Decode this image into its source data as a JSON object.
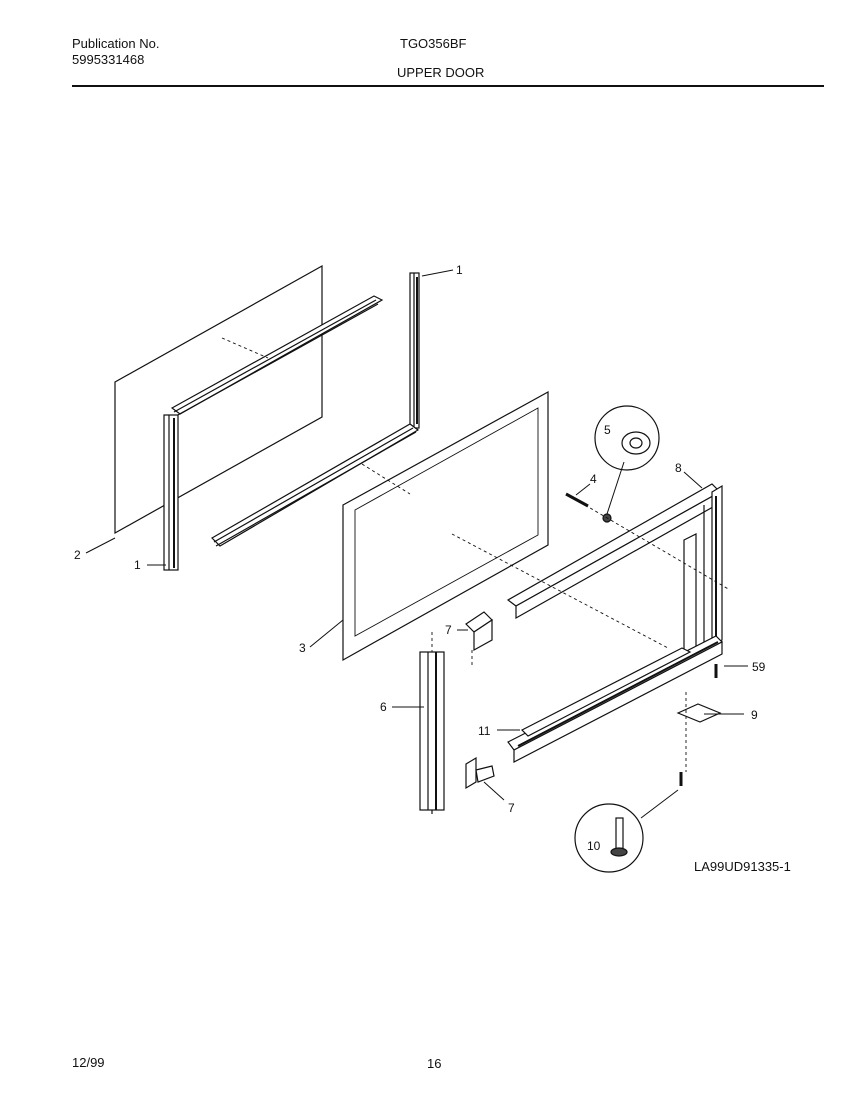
{
  "header": {
    "publication_label": "Publication No.",
    "publication_number": "5995331468",
    "model": "TGO356BF",
    "section": "UPPER DOOR"
  },
  "diagram": {
    "figure_code": "LA99UD91335-1",
    "callouts": {
      "c1a": "1",
      "c1b": "1",
      "c2": "2",
      "c3": "3",
      "c4": "4",
      "c5": "5",
      "c6": "6",
      "c7a": "7",
      "c7b": "7",
      "c8": "8",
      "c9": "9",
      "c10": "10",
      "c11": "11",
      "c59": "59"
    }
  },
  "footer": {
    "date": "12/99",
    "page": "16"
  }
}
